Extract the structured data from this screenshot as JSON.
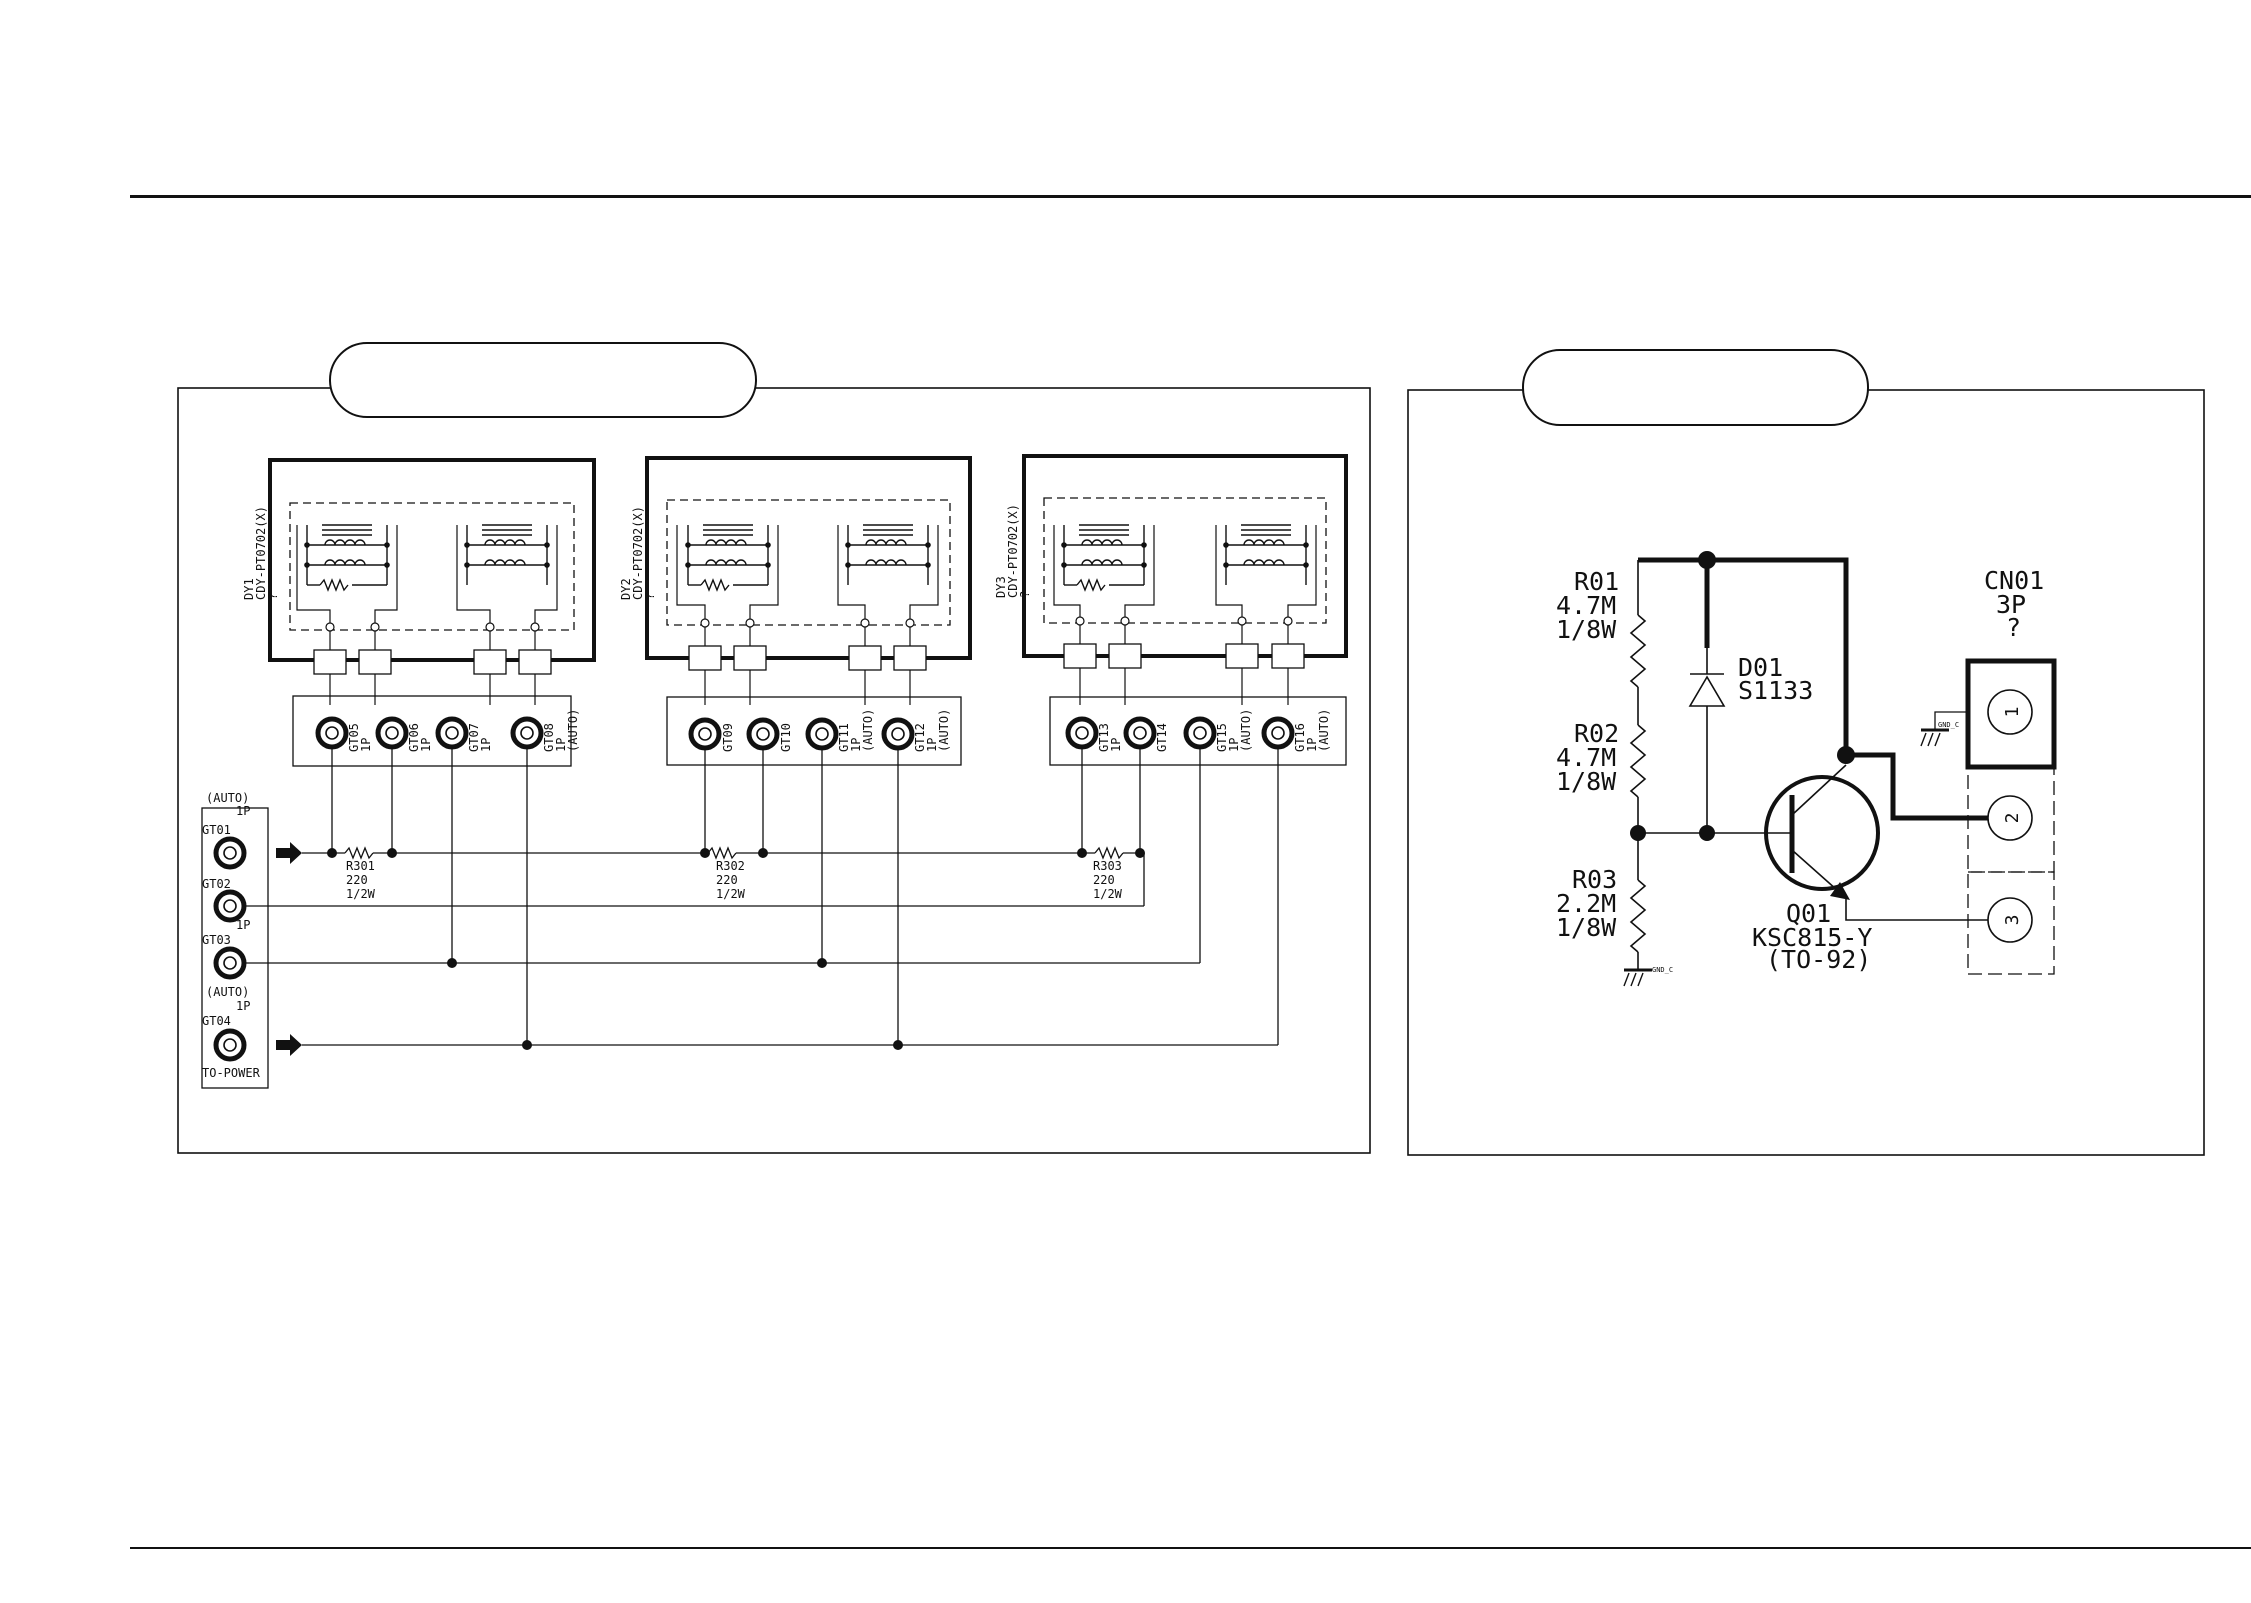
{
  "labels": {
    "dy1": "DY1",
    "dy1_part": "CDY-PT0702(X)",
    "dy1_q": "?",
    "dy2": "DY2",
    "dy2_part": "CDY-PT0702(X)",
    "dy2_q": "?",
    "dy3": "DY3",
    "dy3_part": "CDY-PT0702(X)",
    "dy3_q": "?",
    "gt05": "GT05",
    "gt06": "GT06",
    "gt07": "GT07",
    "gt08": "GT08",
    "gt09": "GT09",
    "gt10": "GT10",
    "gt11": "GT11",
    "gt12": "GT12",
    "gt13": "GT13",
    "gt14": "GT14",
    "gt15": "GT15",
    "gt16": "GT16",
    "onep": "1P",
    "auto": "(AUTO)",
    "gt01": "GT01",
    "gt02": "GT02",
    "gt03": "GT03",
    "gt04": "GT04",
    "to_power": "TO-POWER",
    "r301": "R301",
    "r302": "R302",
    "r303": "R303",
    "ohm220": "220",
    "half_watt": "1/2W",
    "r01": "R01",
    "r01_val": "4.7M",
    "r01_w": "1/8W",
    "r02": "R02",
    "r02_val": "4.7M",
    "r02_w": "1/8W",
    "r03": "R03",
    "r03_val": "2.2M",
    "r03_w": "1/8W",
    "d01": "D01",
    "d01_part": "S1133",
    "q01": "Q01",
    "q01_part": "KSC815-Y",
    "q01_pkg": "(TO-92)",
    "cn01": "CN01",
    "cn01_pins": "3P",
    "cn01_q": "?",
    "pin1": "1",
    "pin2": "2",
    "pin3": "3",
    "gnd": "GND_C"
  }
}
